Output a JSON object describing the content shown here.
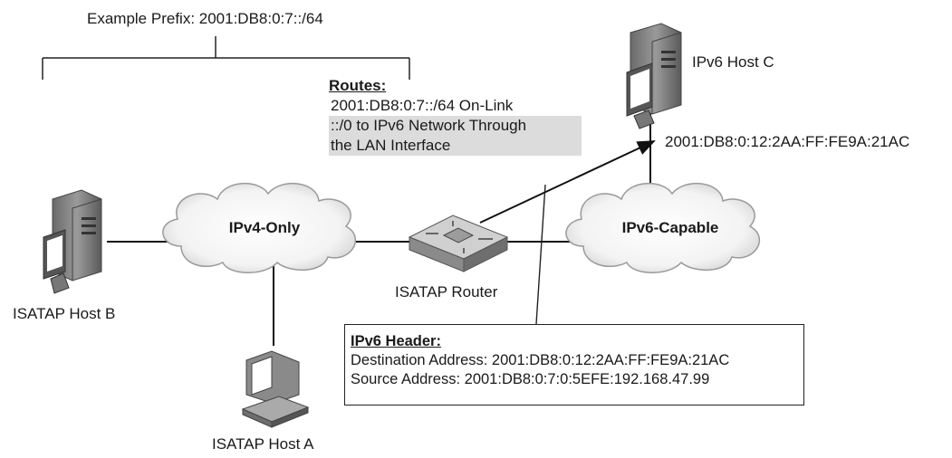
{
  "prefix_label": "Example Prefix: 2001:DB8:0:7::/64",
  "routes": {
    "title": "Routes:",
    "entries": [
      "2001:DB8:0:7::/64 On-Link",
      "::/0 to IPv6 Network Through",
      "the LAN Interface"
    ]
  },
  "clouds": {
    "ipv4": "IPv4-Only",
    "ipv6": "IPv6-Capable"
  },
  "nodes": {
    "host_b": "ISATAP Host B",
    "host_a": "ISATAP Host A",
    "router": "ISATAP Router",
    "host_c": "IPv6 Host C"
  },
  "host_c_address": "2001:DB8:0:12:2AA:FF:FE9A:21AC",
  "ipv6_header": {
    "title": "IPv6 Header:",
    "destination": "Destination Address: 2001:DB8:0:12:2AA:FF:FE9A:21AC",
    "source": "Source Address: 2001:DB8:0:7:0:5EFE:192.168.47.99"
  }
}
